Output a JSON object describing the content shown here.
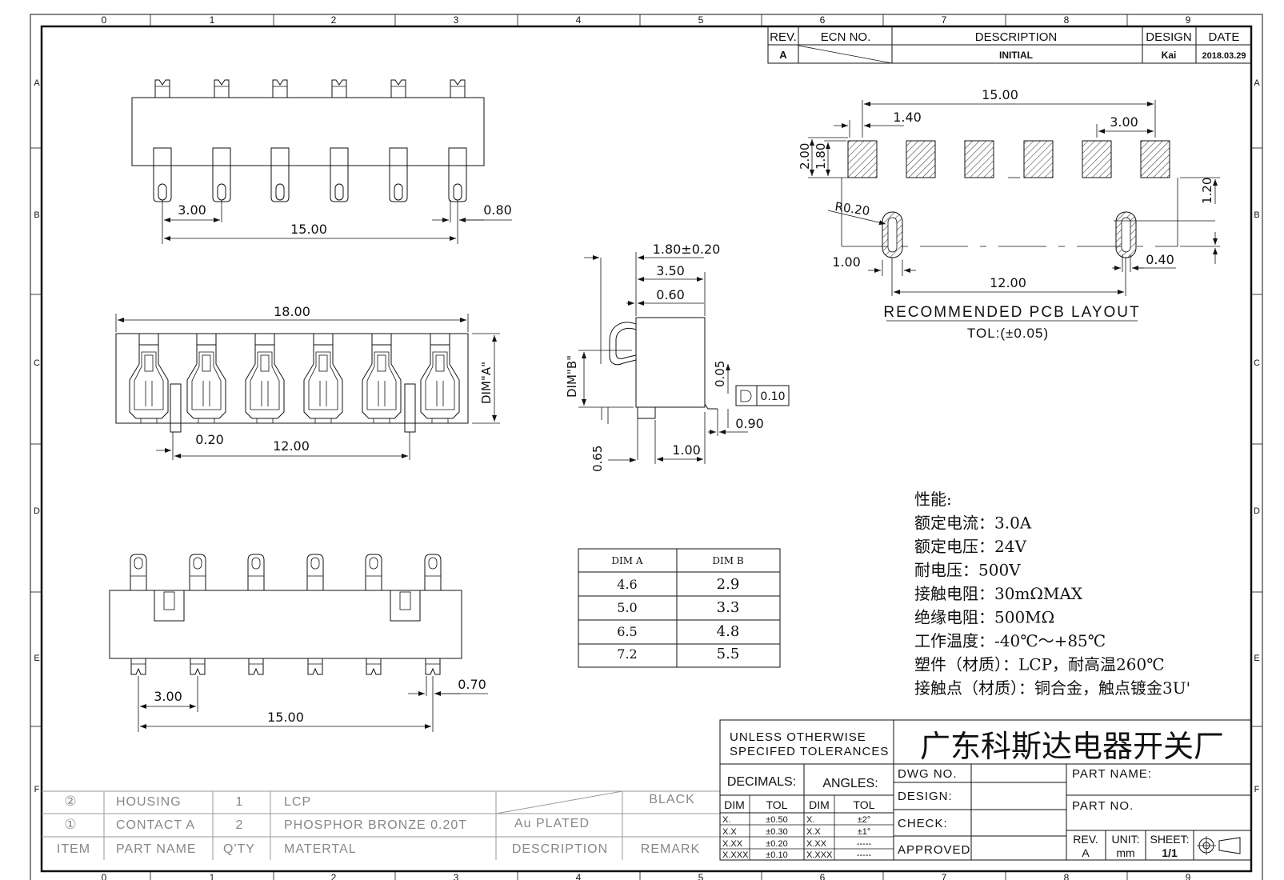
{
  "border": {
    "cols": [
      "0",
      "1",
      "2",
      "3",
      "4",
      "5",
      "6",
      "7",
      "8",
      "9"
    ],
    "rows": [
      "A",
      "B",
      "C",
      "D",
      "E",
      "F"
    ]
  },
  "revision_table": {
    "headers": {
      "rev": "REV.",
      "ecn": "ECN NO.",
      "description": "DESCRIPTION",
      "design": "DESIGN",
      "date": "DATE"
    },
    "row": {
      "rev": "A",
      "description": "INITIAL",
      "design": "Kai",
      "date": "2018.03.29"
    }
  },
  "top_view": {
    "pitch": "3.00",
    "span": "15.00",
    "pin_width": "0.80"
  },
  "front_view": {
    "length": "18.00",
    "pin_width": "0.20",
    "post_span": "12.00",
    "dim_a": "DIM\"A\""
  },
  "side_view": {
    "d1": "1.80±0.20",
    "d2": "3.50",
    "d3": "0.60",
    "d4": "0.05",
    "flatness": "0.10",
    "d5": "0.90",
    "d6": "1.00",
    "d7": "0.65",
    "dim_b": "DIM\"B\""
  },
  "bottom_view": {
    "pitch": "3.00",
    "span": "15.00",
    "pin_width": "0.70"
  },
  "pcb_layout": {
    "title": "RECOMMENDED PCB LAYOUT",
    "tolerance": "TOL:(±0.05)",
    "span": "15.00",
    "pad_width": "1.40",
    "pitch": "3.00",
    "h1": "2.00",
    "h2": "1.80",
    "radius": "R0.20",
    "offset": "1.20",
    "slot_width": "1.00",
    "slot_thickness": "0.40",
    "slot_span": "12.00"
  },
  "dim_table": {
    "headers": [
      "DIM A",
      "DIM B"
    ],
    "rows": [
      [
        "4.6",
        "2.9"
      ],
      [
        "5.0",
        "3.3"
      ],
      [
        "6.5",
        "4.8"
      ],
      [
        "7.2",
        "5.5"
      ]
    ]
  },
  "specs": [
    "性能:",
    "额定电流：3.0A",
    "额定电压：24V",
    "耐电压：500V",
    "接触电阻：30mΩMAX",
    "绝缘电阻：500MΩ",
    "工作温度：-40℃～+85℃",
    "塑件（材质）：LCP，耐高温260℃",
    "接触点（材质）：铜合金，触点镀金3U'"
  ],
  "bom": {
    "rows": [
      {
        "item": "②",
        "part_name": "HOUSING",
        "qty": "1",
        "material": "LCP",
        "description": "",
        "remark": "BLACK"
      },
      {
        "item": "①",
        "part_name": "CONTACT A",
        "qty": "2",
        "material": "PHOSPHOR BRONZE 0.20T",
        "description": "Au PLATED",
        "remark": ""
      }
    ],
    "headers": {
      "item": "ITEM",
      "part_name": "PART NAME",
      "qty": "Q'TY",
      "material": "MATERTAL",
      "description": "DESCRIPTION",
      "remark": "REMARK"
    }
  },
  "title_block": {
    "tolerance_note_1": "UNLESS OTHERWISE",
    "tolerance_note_2": "SPECIFED TOLERANCES",
    "company": "广东科斯达电器开关厂",
    "decimals": "DECIMALS:",
    "angles": "ANGLES:",
    "dim": "DIM",
    "tol": "TOL",
    "decimal_rows": [
      [
        "X.",
        "±0.50"
      ],
      [
        "X.X",
        "±0.30"
      ],
      [
        "X.XX",
        "±0.20"
      ],
      [
        "X.XXX",
        "±0.10"
      ]
    ],
    "angle_rows": [
      [
        "X.",
        "±2°"
      ],
      [
        "X.X",
        "±1°"
      ],
      [
        "X.XX",
        "-----"
      ],
      [
        "X.XXX",
        "-----"
      ]
    ],
    "dwg_no": "DWG NO.",
    "design": "DESIGN:",
    "check": "CHECK:",
    "approved": "APPROVED",
    "part_name": "PART NAME:",
    "part_no": "PART NO.",
    "rev_label": "REV.",
    "rev_value": "A",
    "unit_label": "UNIT:",
    "unit_value": "mm",
    "sheet_label": "SHEET:",
    "sheet_value": "1/1"
  }
}
